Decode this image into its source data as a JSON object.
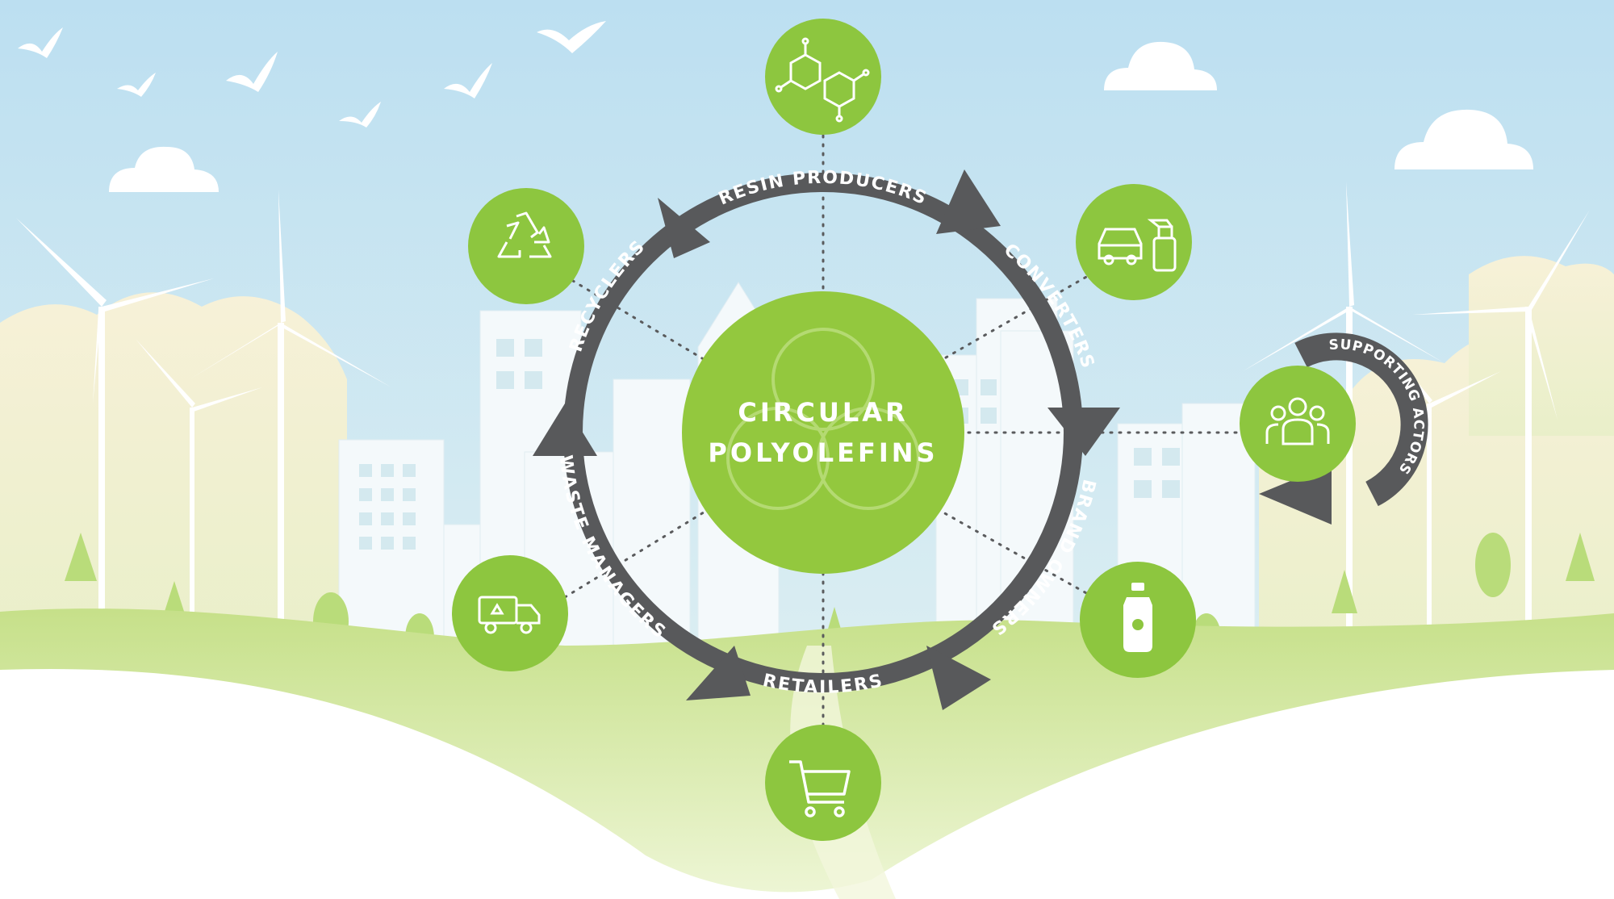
{
  "title": {
    "line1": "CIRCULAR",
    "line2": "POLYOLEFINS"
  },
  "cycle_labels": {
    "resin_producers": "RESIN PRODUCERS",
    "converters": "CONVERTERS",
    "brand_owners": "BRAND OWNERS",
    "retailers": "RETAILERS",
    "waste_managers": "WASTE MANAGERS",
    "recyclers": "RECYCLERS",
    "supporting_actors": "SUPPORTING ACTORS"
  },
  "colors": {
    "sky_top": "#bfe0f0",
    "sky_bottom": "#e4f2f3",
    "green_node": "#8dc63f",
    "green_center": "#93c83e",
    "arrow_gray": "#58595b",
    "hill_green": "#cfe59a",
    "building": "#f4f9fb"
  },
  "icons": {
    "resin_producers": "molecule-icon",
    "converters": "car-spray-bottle-icon",
    "brand_owners": "bottle-icon",
    "retailers": "shopping-cart-icon",
    "waste_managers": "recycling-truck-icon",
    "recyclers": "recycle-icon",
    "supporting_actors": "people-group-icon",
    "center": "circular-arrows-icon"
  }
}
